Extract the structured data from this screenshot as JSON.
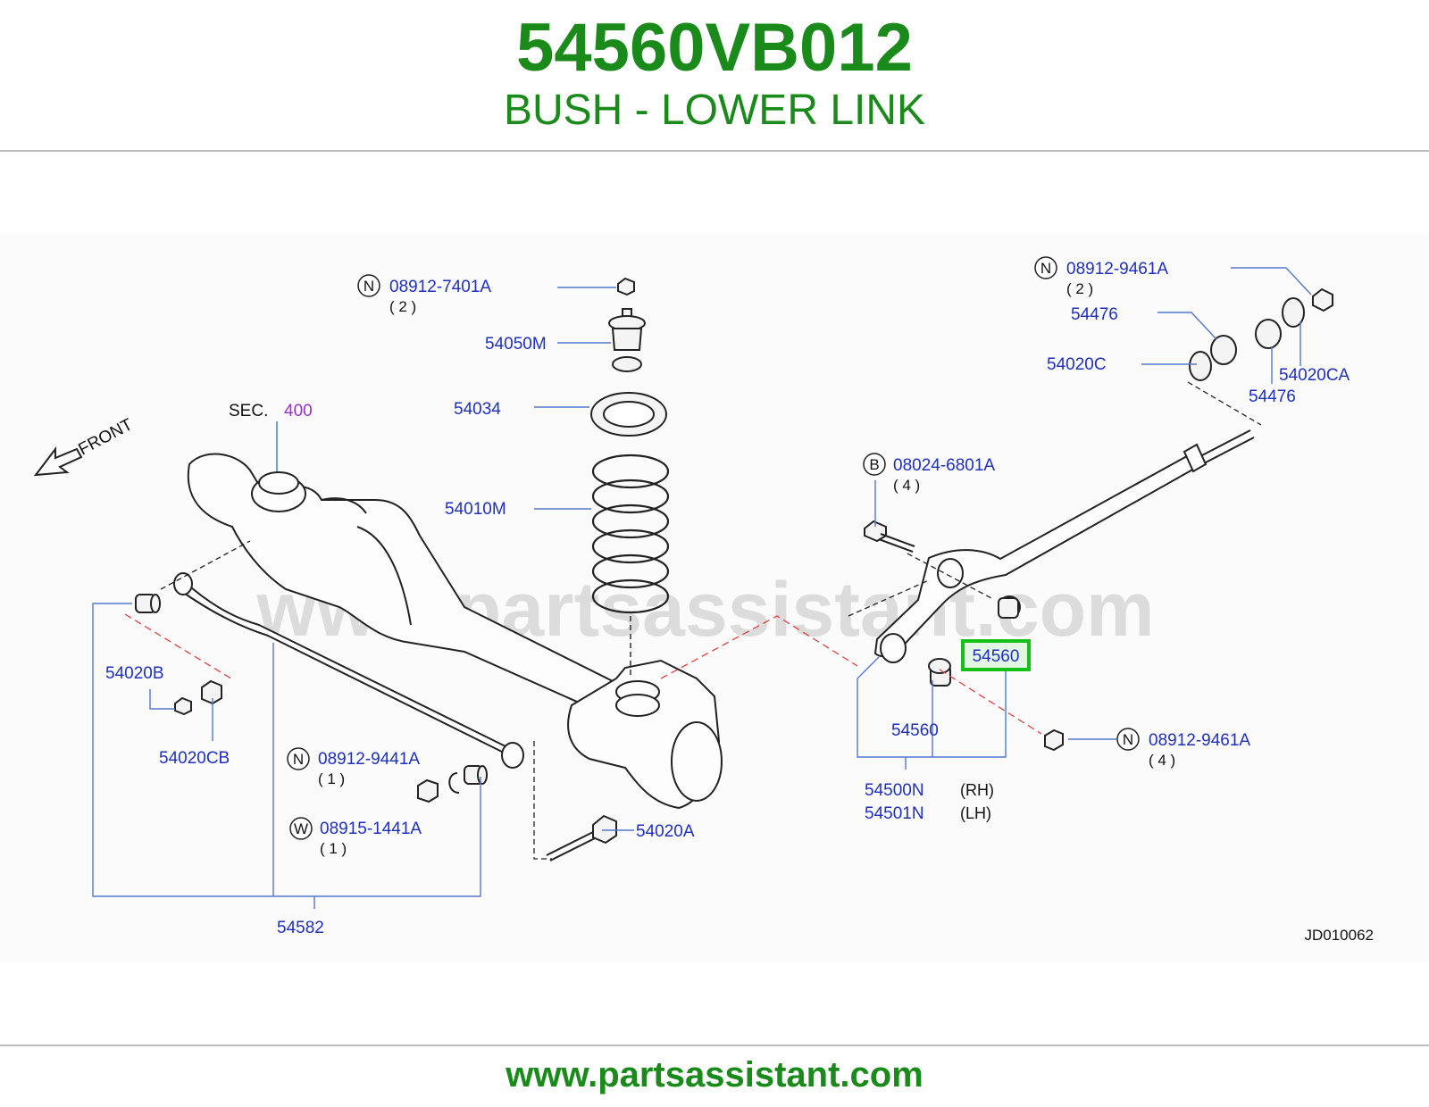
{
  "title": "54560VB012",
  "subtitle": "BUSH - LOWER LINK",
  "website": "www.partsassistant.com",
  "watermark": "www.partsassistant.com",
  "diagram_code": "JD010062",
  "front_label": "FRONT",
  "section_ref": {
    "prefix": "SEC.",
    "number": "400"
  },
  "colors": {
    "title_green": "#1a8a1a",
    "part_blue": "#1f2fbf",
    "section_purple": "#9b30c8",
    "highlight_box": "#16c016",
    "highlight_fill": "#e3f6e3",
    "dash_red": "#e04040",
    "leader": "#5577cc"
  },
  "callouts": {
    "n_0891_7401a": {
      "circle": "N",
      "part": "08912-7401A",
      "qty": "( 2 )"
    },
    "p_54050m": "54050M",
    "p_54034": "54034",
    "p_54010m": "54010M",
    "n_0891_9461a_top": {
      "circle": "N",
      "part": "08912-9461A",
      "qty": "( 2 )"
    },
    "p_54476_a": "54476",
    "p_54020c": "54020C",
    "p_54020ca": "54020CA",
    "p_54476_b": "54476",
    "b_08024_6801a": {
      "circle": "B",
      "part": "08024-6801A",
      "qty": "( 4 )"
    },
    "p_54560_highlight": "54560",
    "p_54560": "54560",
    "n_0891_9461a_bottom": {
      "circle": "N",
      "part": "08912-9461A",
      "qty": "( 4 )"
    },
    "p_54500n": "54500N",
    "p_54501n": "54501N",
    "rh": "(RH)",
    "lh": "(LH)",
    "p_54020b": "54020B",
    "p_54020cb": "54020CB",
    "n_0891_9441a": {
      "circle": "N",
      "part": "08912-9441A",
      "qty": "( 1 )"
    },
    "w_08915_1441a": {
      "circle": "W",
      "part": "08915-1441A",
      "qty": "( 1 )"
    },
    "p_54020a": "54020A",
    "p_54582": "54582"
  }
}
